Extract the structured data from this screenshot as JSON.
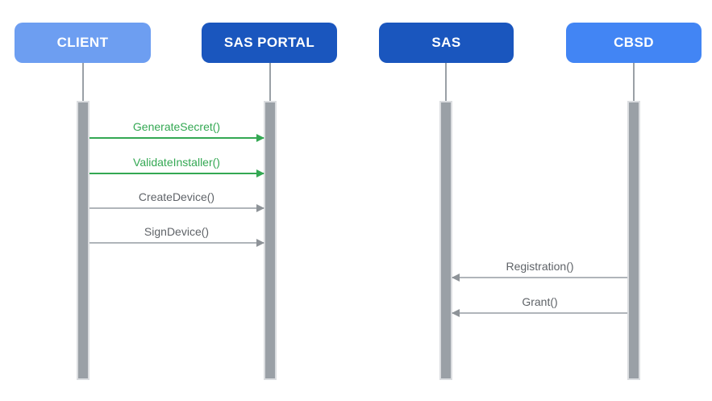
{
  "diagram": {
    "type": "sequence-diagram",
    "background": "#ffffff",
    "actors": [
      {
        "id": "client",
        "label": "CLIENT",
        "color": "#6D9EF1",
        "text_color": "#ffffff"
      },
      {
        "id": "sas-portal",
        "label": "SAS PORTAL",
        "color": "#1A56BE",
        "text_color": "#ffffff"
      },
      {
        "id": "sas",
        "label": "SAS",
        "color": "#1A56BE",
        "text_color": "#ffffff"
      },
      {
        "id": "cbsd",
        "label": "CBSD",
        "color": "#4285F4",
        "text_color": "#ffffff"
      }
    ],
    "messages": [
      {
        "label": "GenerateSecret()",
        "from": "client",
        "to": "sas-portal",
        "direction": "right",
        "color": "#34A853"
      },
      {
        "label": "ValidateInstaller()",
        "from": "client",
        "to": "sas-portal",
        "direction": "right",
        "color": "#34A853"
      },
      {
        "label": "CreateDevice()",
        "from": "client",
        "to": "sas-portal",
        "direction": "right",
        "color": "#5F6368"
      },
      {
        "label": "SignDevice()",
        "from": "client",
        "to": "sas-portal",
        "direction": "right",
        "color": "#5F6368"
      },
      {
        "label": "Registration()",
        "from": "cbsd",
        "to": "sas",
        "direction": "left",
        "color": "#5F6368"
      },
      {
        "label": "Grant()",
        "from": "cbsd",
        "to": "sas",
        "direction": "left",
        "color": "#5F6368"
      }
    ],
    "colors": {
      "lifeline": "#9AA0A6",
      "activation_fill": "#9AA0A6",
      "activation_border": "#DBDDE0",
      "green_accent": "#34A853",
      "gray_text": "#5F6368",
      "gray_line": "#B0B5BA"
    }
  }
}
